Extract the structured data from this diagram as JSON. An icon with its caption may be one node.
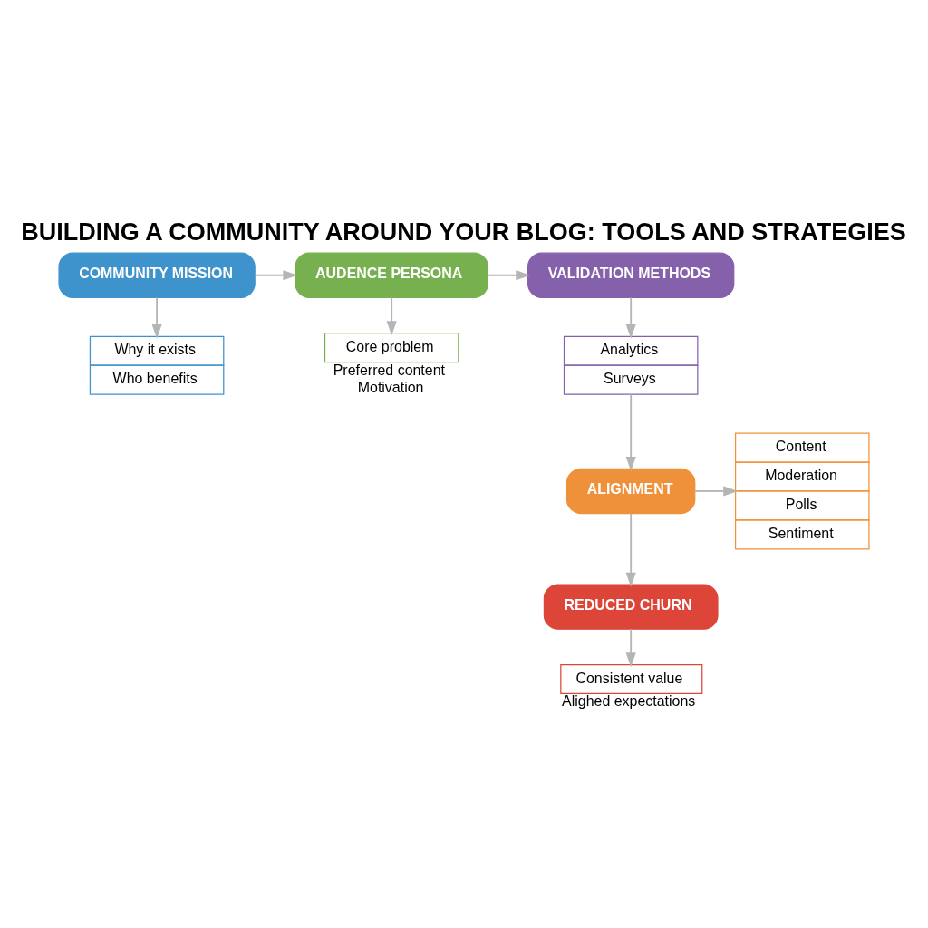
{
  "diagram": {
    "title": "BUILDING A COMMUNITY AROUND YOUR BLOG: TOOLS AND STRATEGIES",
    "nodes": [
      {
        "text": [
          "COMMUNITY MISSION"
        ]
      },
      {
        "text": [
          "AUDENCE PERSONA"
        ]
      },
      {
        "text": [
          "VALIDATION METHODS"
        ]
      },
      {
        "text": [
          "Why it exists",
          "Who benefits"
        ]
      },
      {
        "text": [
          "Core problem"
        ],
        "beside": [
          "Preferred content",
          "Motivation"
        ]
      },
      {
        "text": [
          "Analytics",
          "Surveys"
        ]
      },
      {
        "text": [
          "ALIGNMENT"
        ]
      },
      {
        "text": [
          "Content",
          "Moderation",
          "Polls",
          "Sentiment"
        ]
      },
      {
        "text": [
          "REDUCED CHURN"
        ]
      },
      {
        "text": [
          "Consistent value"
        ],
        "beside": [
          "Alighed expectations"
        ]
      }
    ],
    "edges": [
      {
        "from": 0,
        "to": 1,
        "arrow": "to"
      },
      {
        "from": 1,
        "to": 2,
        "arrow": "to"
      },
      {
        "from": 0,
        "to": 3,
        "arrow": "to"
      },
      {
        "from": 1,
        "to": 4,
        "arrow": "to"
      },
      {
        "from": 2,
        "to": 5,
        "arrow": "to"
      },
      {
        "from": 5,
        "to": 6,
        "arrow": "to"
      },
      {
        "from": 6,
        "to": 7,
        "arrow": "to"
      },
      {
        "from": 6,
        "to": 8,
        "arrow": "to"
      },
      {
        "from": 8,
        "to": 9,
        "arrow": "to"
      }
    ]
  }
}
